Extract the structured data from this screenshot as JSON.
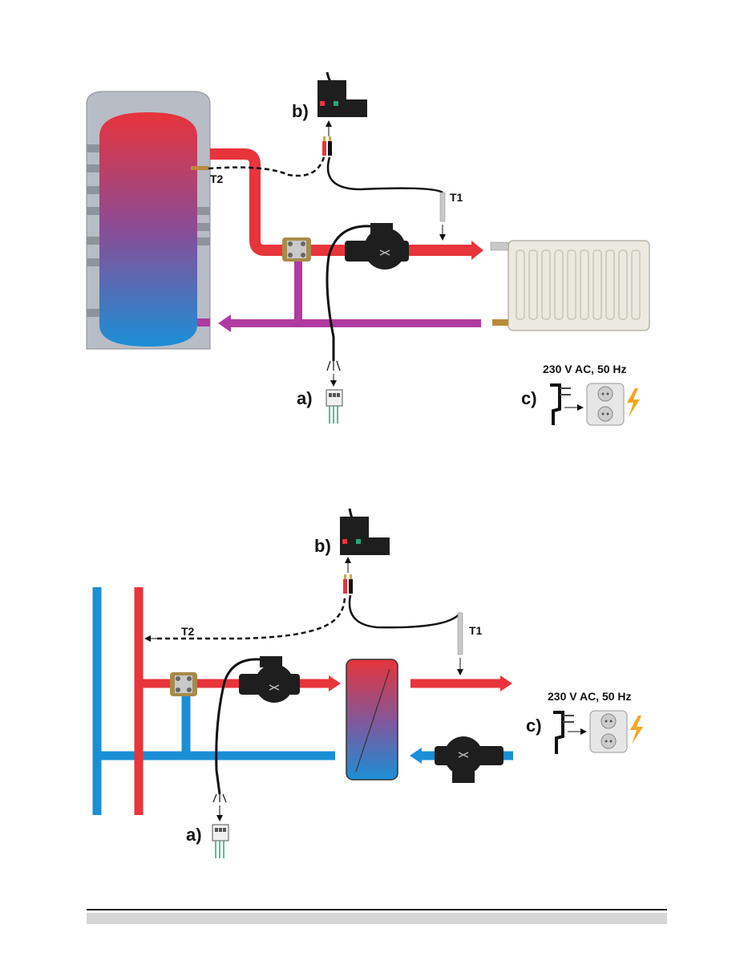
{
  "top_diagram": {
    "label_a": "a)",
    "label_b": "b)",
    "label_c": "c)",
    "sensor_t1": "T1",
    "sensor_t2": "T2",
    "power": "230 V AC, 50 Hz"
  },
  "bottom_diagram": {
    "label_a": "a)",
    "label_b": "b)",
    "label_c": "c)",
    "sensor_t1": "T1",
    "sensor_t2": "T2",
    "power": "230 V AC, 50 Hz"
  },
  "colors": {
    "hot_pipe": "#e8343b",
    "return_pipe_top": "#b03aa0",
    "cold_pipe": "#1b8fd6",
    "tank_shell": "#b8bcc4",
    "pump_body": "#1e1e1e",
    "radiator": "#ece9e1",
    "footer_bar": "#d6d6d6"
  }
}
